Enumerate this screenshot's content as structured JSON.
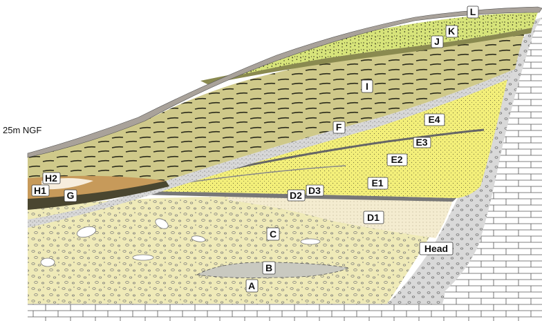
{
  "elevation_label": "25m NGF",
  "colors": {
    "bedrock": "#ffffff",
    "bedrock_line": "#555555",
    "head": "#d9d9d9",
    "layer_L": "#a9a29a",
    "layer_K": "#d7e47a",
    "layer_I": "#cfc98a",
    "layer_F": "#d8d8d8",
    "layer_E": "#f3ef7a",
    "layer_D": "#f4ecd0",
    "layer_C": "#efeab8",
    "layer_B": "#c9c9c0",
    "layer_H": "#c79a5a"
  },
  "labels": {
    "L": "L",
    "K": "K",
    "J": "J",
    "I": "I",
    "F": "F",
    "E4": "E4",
    "E3": "E3",
    "E2": "E2",
    "E1": "E1",
    "D3": "D3",
    "D2": "D2",
    "D1": "D1",
    "C": "C",
    "B": "B",
    "A": "A",
    "H2": "H2",
    "H1": "H1",
    "G": "G",
    "Head": "Head"
  }
}
